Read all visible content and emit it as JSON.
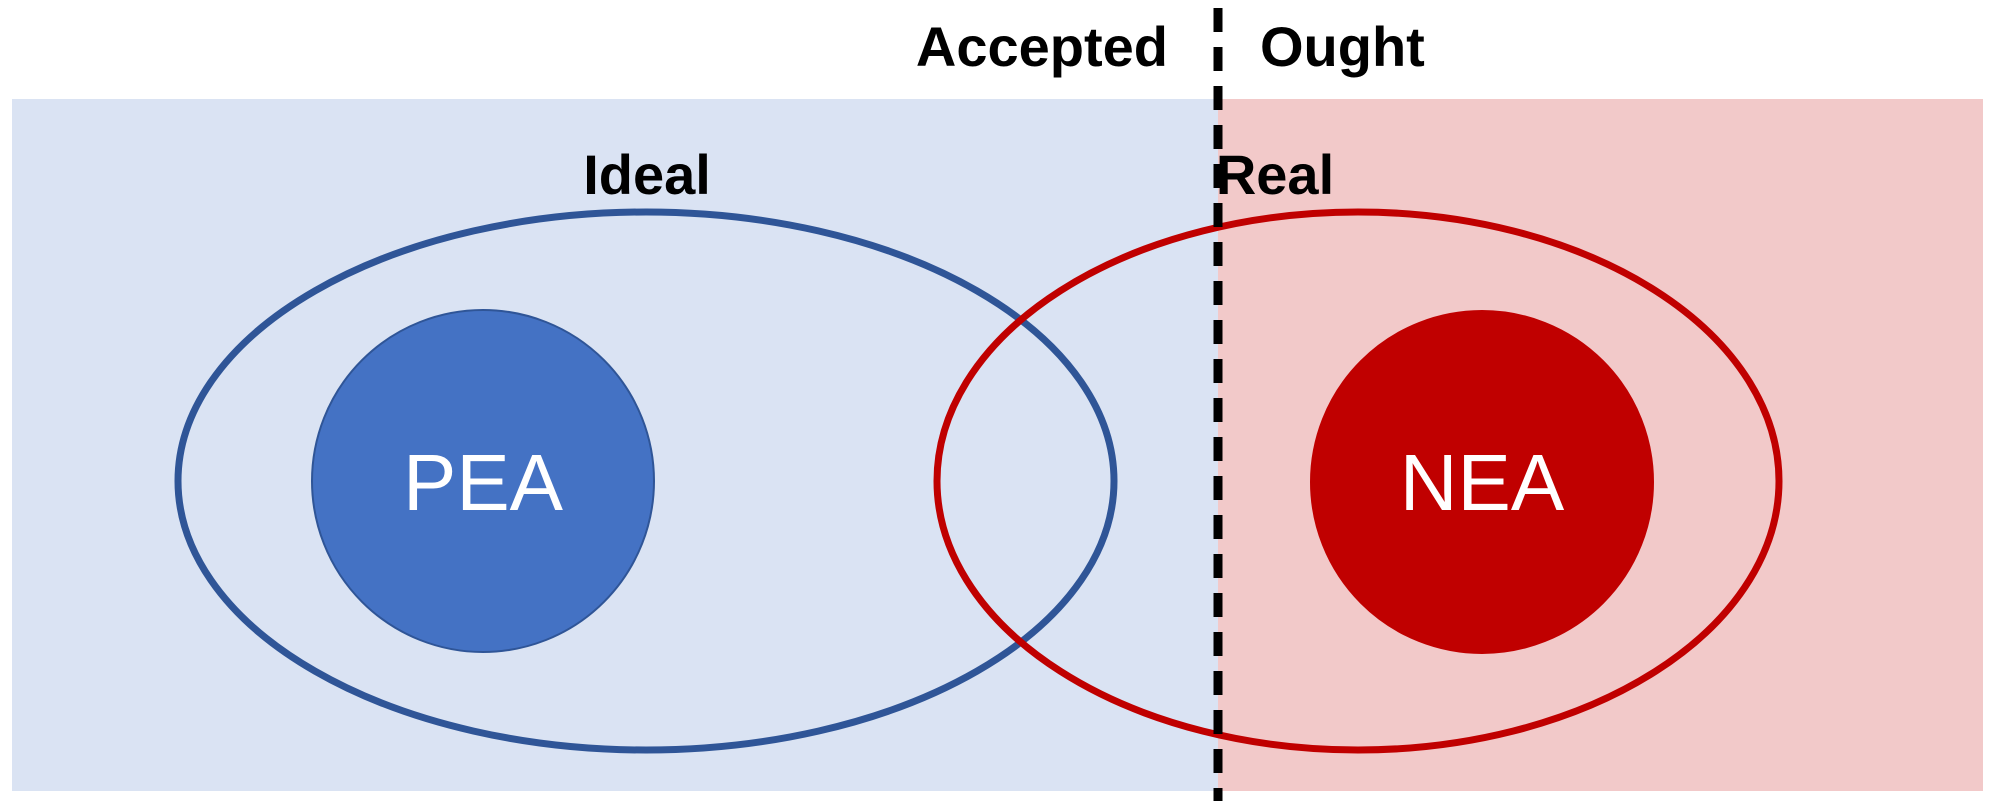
{
  "diagram": {
    "headers": {
      "left": "Accepted",
      "right": "Ought"
    },
    "ellipses": {
      "ideal": {
        "label": "Ideal",
        "color": "#2f5597"
      },
      "real": {
        "label": "Real",
        "color": "#c00000"
      }
    },
    "circles": {
      "pea": {
        "label": "PEA",
        "fill": "#4472c4",
        "stroke": "#2f5597"
      },
      "nea": {
        "label": "NEA",
        "fill": "#c00000",
        "stroke": "#c00000"
      }
    },
    "regions": {
      "accepted_bg": "#dae3f3",
      "ought_bg": "#f2c9c9"
    },
    "divider_color": "#000000"
  }
}
